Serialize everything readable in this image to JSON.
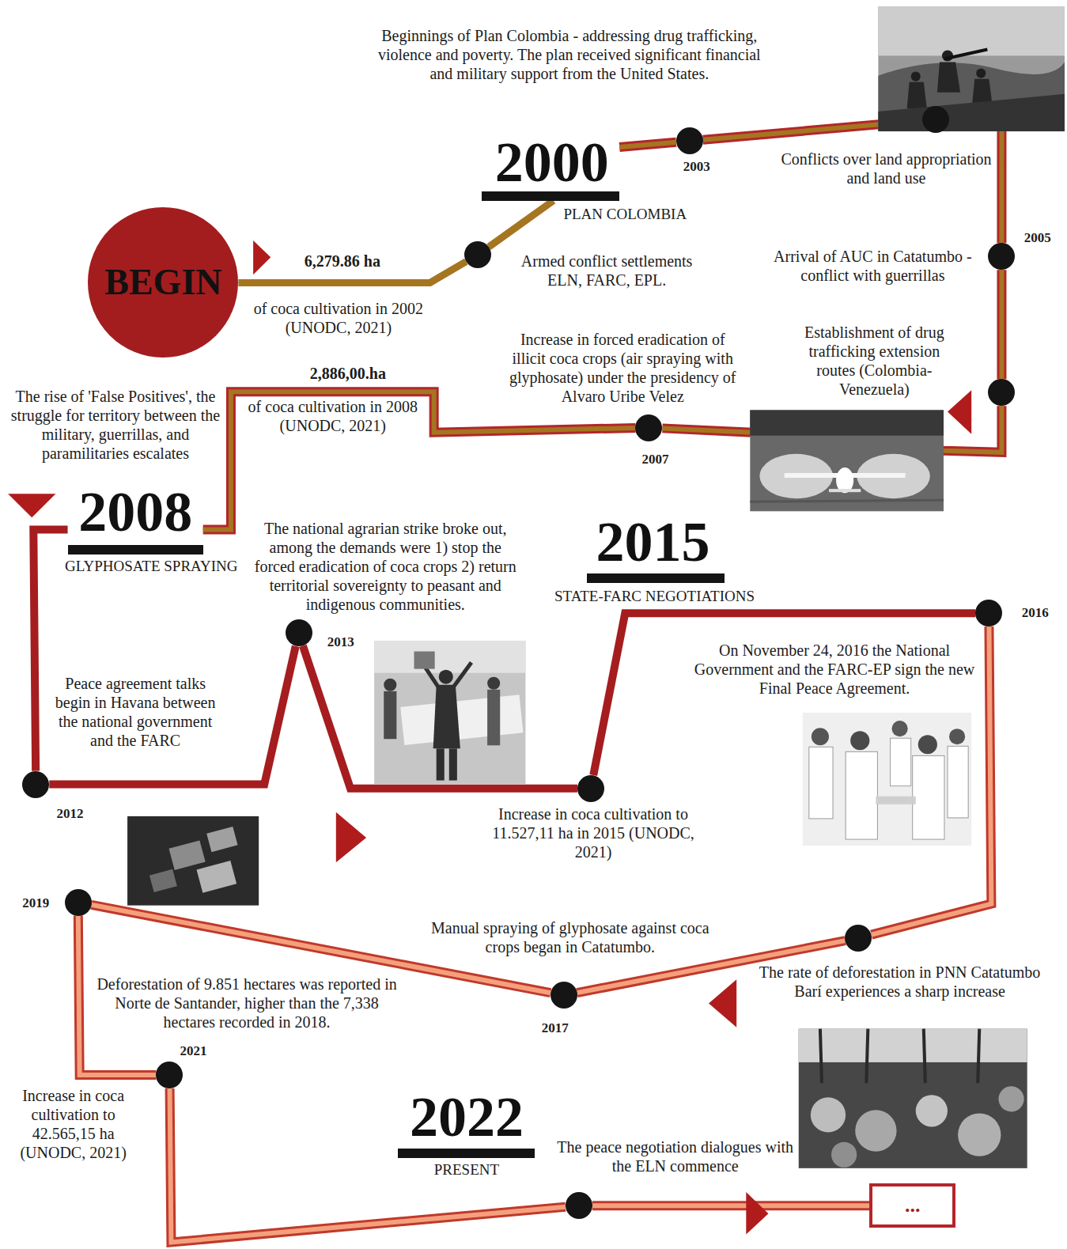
{
  "diagram": {
    "nodes": [
      {
        "text": [
          "BEGIN"
        ]
      },
      {
        "text": [
          "Armed conflict settlements ELN, FARC, EPL."
        ]
      },
      {
        "text": [
          "Beginnings of Plan Colombia - addressing drug trafficking, violence and poverty. The plan received significant financial and military support from the United States.",
          "2000",
          "PLAN COLOMBIA"
        ]
      },
      {
        "text": [
          "2003"
        ]
      },
      {
        "text": [
          "Conflicts over land appropriation and land use"
        ]
      },
      {
        "text": [
          "2005",
          "Arrival of AUC in Catatumbo - conflict with guerrillas"
        ]
      },
      {
        "text": [
          "Establishment of drug trafficking extension routes (Colombia-Venezuela)"
        ]
      },
      {
        "text": [
          "Increase in forced eradication of illicit coca crops (air spraying with glyphosate) under the presidency of Alvaro Uribe Velez",
          "2007"
        ]
      },
      {
        "text": [
          "The rise of 'False Positives', the struggle for territory between the military, guerrillas, and paramilitaries escalates",
          "2008",
          "GLYPHOSATE SPRAYING"
        ]
      },
      {
        "text": [
          "Peace agreement talks begin in Havana between the national government and the FARC",
          "2012"
        ]
      },
      {
        "text": [
          "The national agrarian strike broke out, among the demands were 1) stop the forced eradication of coca crops 2) return territorial sovereignty to peasant and indigenous communities.",
          "2013"
        ]
      },
      {
        "text": [
          "Increase in coca cultivation to 11.527,11 ha in 2015 (UNODC, 2021)"
        ]
      },
      {
        "text": [
          "2015",
          "STATE-FARC NEGOTIATIONS"
        ]
      },
      {
        "text": [
          "2016",
          "On November 24, 2016 the National Government and the FARC-EP sign the new Final Peace Agreement."
        ]
      },
      {
        "text": [
          "The rate of deforestation in PNN Catatumbo Barí experiences a sharp increase"
        ]
      },
      {
        "text": [
          "Manual spraying of glyphosate against coca crops began in Catatumbo.",
          "2017"
        ]
      },
      {
        "text": [
          "2019",
          "Deforestation of 9.851 hectares was reported in Norte de Santander, higher than the 7,338 hectares recorded in 2018."
        ]
      },
      {
        "text": [
          "2021",
          "Increase in coca cultivation to 42.565,15 ha (UNODC, 2021)"
        ]
      },
      {
        "text": [
          "2022",
          "PRESENT"
        ]
      },
      {
        "text": [
          "The peace negotiation dialogues with the ELN commence"
        ]
      },
      {
        "text": [
          "..."
        ]
      }
    ],
    "edges": [
      {
        "from": 0,
        "to": 1,
        "arrow": "none"
      },
      {
        "from": 1,
        "to": 2,
        "arrow": "none"
      },
      {
        "from": 2,
        "to": 3,
        "arrow": "none"
      },
      {
        "from": 3,
        "to": 4,
        "arrow": "none"
      },
      {
        "from": 4,
        "to": 5,
        "arrow": "none"
      },
      {
        "from": 5,
        "to": 6,
        "arrow": "none"
      },
      {
        "from": 6,
        "to": 7,
        "arrow": "none"
      },
      {
        "from": 7,
        "to": 8,
        "arrow": "none"
      },
      {
        "from": 8,
        "to": 9,
        "arrow": "none"
      },
      {
        "from": 9,
        "to": 10,
        "arrow": "none"
      },
      {
        "from": 10,
        "to": 11,
        "arrow": "none"
      },
      {
        "from": 11,
        "to": 13,
        "arrow": "none"
      },
      {
        "from": 13,
        "to": 14,
        "arrow": "none"
      },
      {
        "from": 14,
        "to": 15,
        "arrow": "none"
      },
      {
        "from": 15,
        "to": 16,
        "arrow": "none"
      },
      {
        "from": 16,
        "to": 17,
        "arrow": "none"
      },
      {
        "from": 17,
        "to": 19,
        "arrow": "none"
      },
      {
        "from": 19,
        "to": 20,
        "arrow": "none"
      }
    ],
    "labels": [
      "6,279.86 ha",
      "of coca cultivation in 2002 (UNODC, 2021)",
      "2,886,00.ha",
      "of coca cultivation in 2008 (UNODC, 2021)"
    ]
  }
}
